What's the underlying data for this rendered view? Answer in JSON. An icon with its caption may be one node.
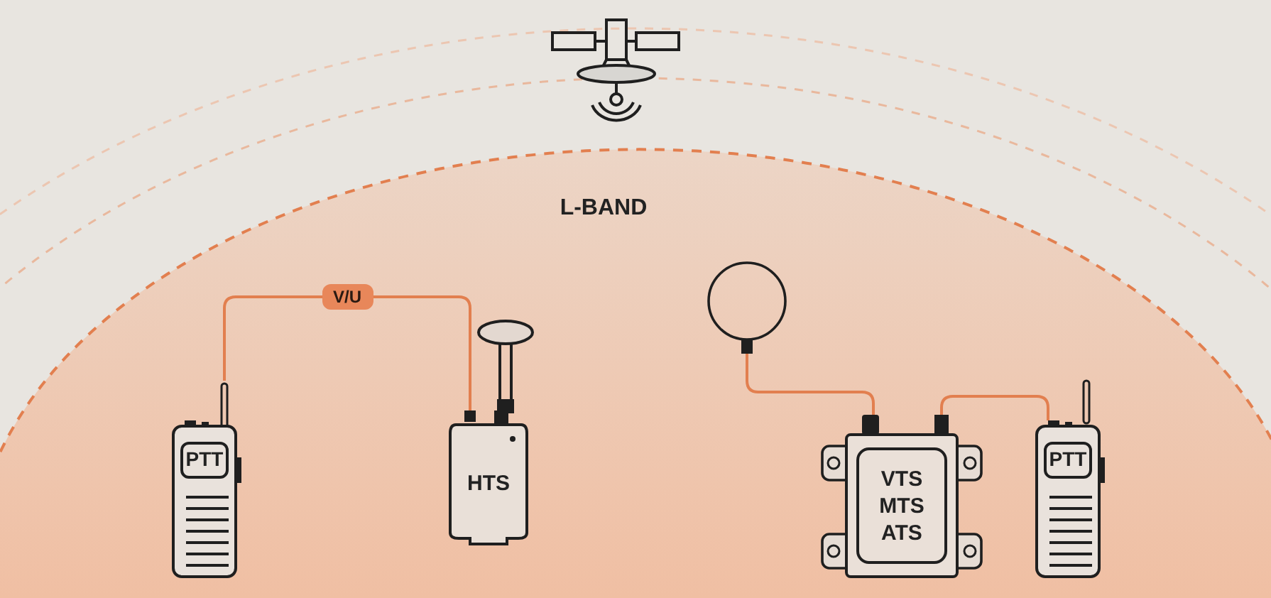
{
  "diagram": {
    "nodes": [
      {
        "text": [
          "PTT"
        ]
      },
      {
        "text": [
          "HTS"
        ]
      },
      {
        "text": [],
        "shape": "circle"
      },
      {
        "text": [
          "VTS MTS ATS"
        ]
      },
      {
        "text": [
          "PTT"
        ]
      }
    ],
    "edges": [
      {
        "from": 0,
        "to": 1,
        "arrow": "none",
        "label": "V/U"
      },
      {
        "from": 2,
        "to": 3,
        "arrow": "none"
      },
      {
        "from": 3,
        "to": 4,
        "arrow": "none"
      }
    ],
    "labels": [
      "L-BAND"
    ]
  }
}
